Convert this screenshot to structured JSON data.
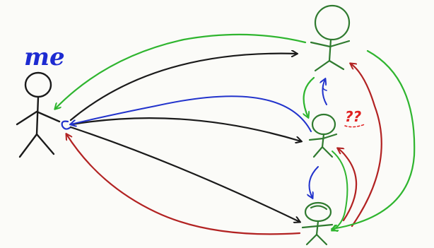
{
  "labels": {
    "me": "me",
    "question": "??"
  },
  "colors": {
    "black": "#1a1a1a",
    "green": "#2fb52f",
    "darkgreen": "#2f7a2f",
    "blue": "#2233cc",
    "red": "#b22222",
    "label_blue": "#1d2bd1",
    "label_red": "#e02020"
  },
  "figures": [
    {
      "id": "me",
      "color": "black",
      "role": "self"
    },
    {
      "id": "top",
      "color": "darkgreen",
      "role": "person"
    },
    {
      "id": "middle",
      "color": "darkgreen",
      "role": "person"
    },
    {
      "id": "bottom",
      "color": "darkgreen",
      "role": "person"
    }
  ]
}
